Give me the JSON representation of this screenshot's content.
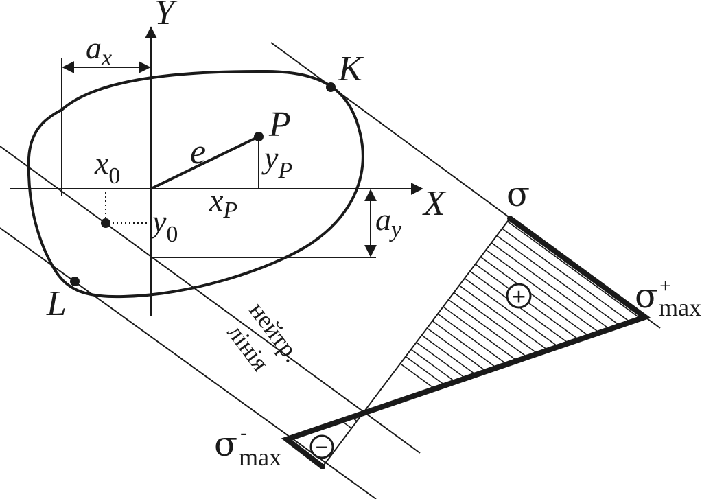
{
  "labels": {
    "axis_y": "Y",
    "axis_x": "X",
    "point_k": "K",
    "point_p": "P",
    "point_l": "L",
    "ax_base": "a",
    "ax_sub": "x",
    "ay_base": "a",
    "ay_sub": "y",
    "x0_base": "x",
    "x0_sub": "0",
    "y0_base": "y",
    "y0_sub": "0",
    "xp_base": "x",
    "xp_sub": "P",
    "yp_base": "y",
    "yp_sub": "P",
    "e": "e",
    "sigma": "σ",
    "sigma_max_pos_base": "σ",
    "sigma_max_pos_sub": "max",
    "sigma_max_pos_sup": "+",
    "sigma_max_neg_base": "σ",
    "sigma_max_neg_sub": "max",
    "sigma_max_neg_sup": "-",
    "plus_sign": "+",
    "minus_sign": "−",
    "neutral_line_1": "нейтр.",
    "neutral_line_2": "лінія"
  }
}
